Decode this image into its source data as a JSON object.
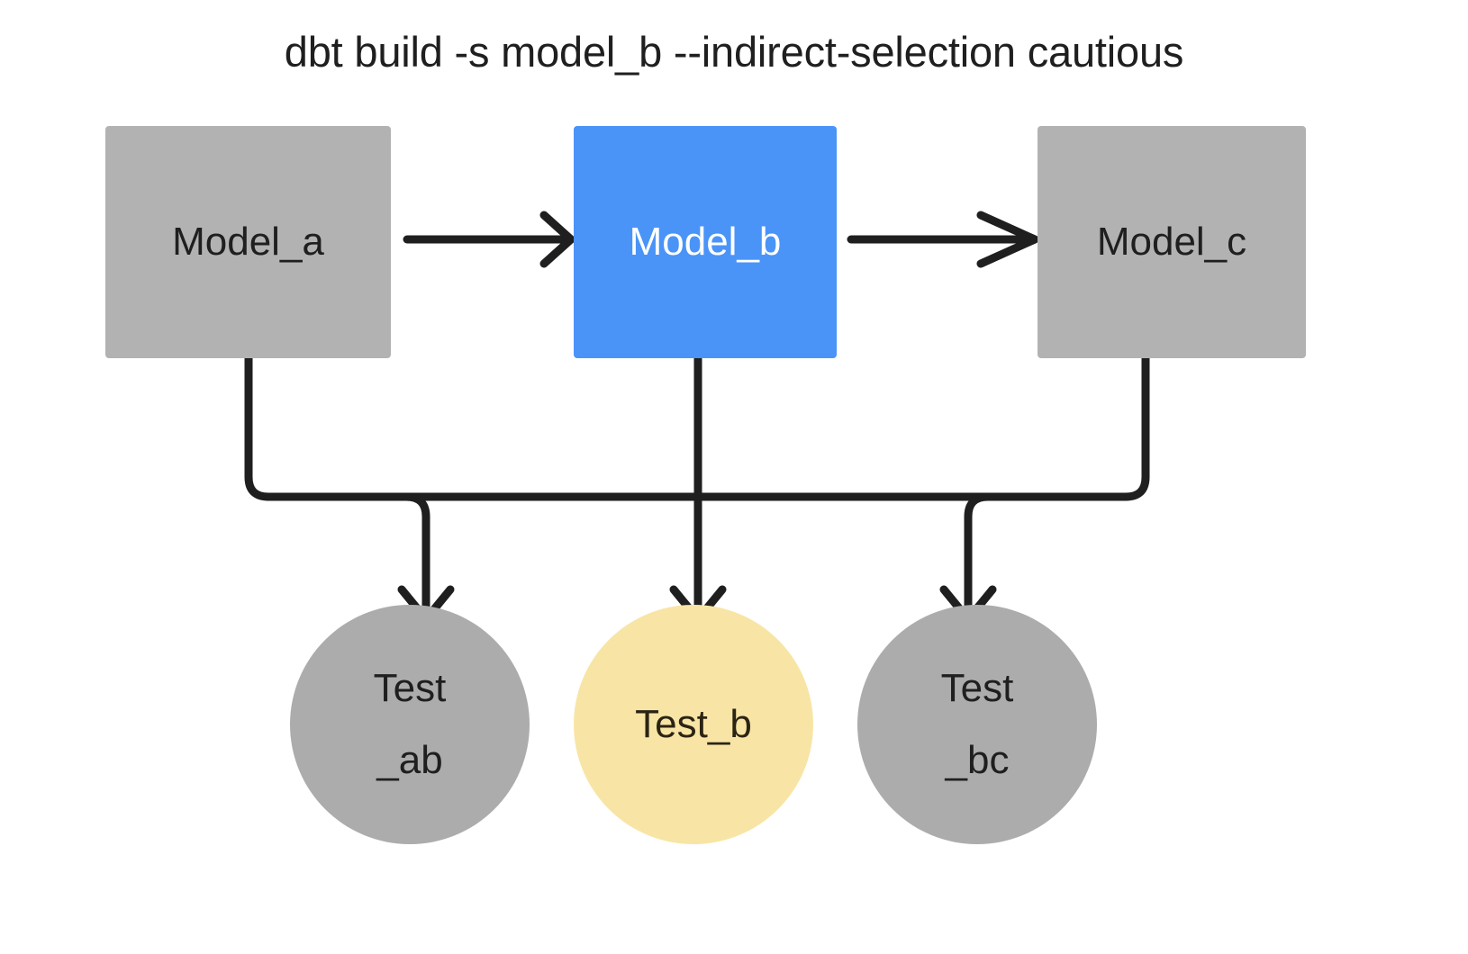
{
  "diagram": {
    "title": "dbt build -s model_b --indirect-selection cautious",
    "background": "#ffffff",
    "colors": {
      "model_default": "#b2b2b2",
      "model_selected": "#4a94f8",
      "test_default": "#acacac",
      "test_selected": "#f8e5a5",
      "edge": "#1f1f1f",
      "text_dark": "#1f1f1f",
      "text_light": "#ffffff"
    },
    "nodes": {
      "model_a": {
        "label": "Model_a",
        "shape": "rectangle",
        "state": "not-selected"
      },
      "model_b": {
        "label": "Model_b",
        "shape": "rectangle",
        "state": "selected"
      },
      "model_c": {
        "label": "Model_c",
        "shape": "rectangle",
        "state": "not-selected"
      },
      "test_ab": {
        "label_line1": "Test",
        "label_line2": "_ab",
        "shape": "circle",
        "state": "not-selected"
      },
      "test_b": {
        "label_line1": "Test_b",
        "label_line2": "",
        "shape": "circle",
        "state": "selected"
      },
      "test_bc": {
        "label_line1": "Test",
        "label_line2": "_bc",
        "shape": "circle",
        "state": "not-selected"
      }
    },
    "edges": [
      {
        "from": "model_a",
        "to": "model_b",
        "style": "arrow-right"
      },
      {
        "from": "model_b",
        "to": "model_c",
        "style": "arrow-right"
      },
      {
        "from": "model_a",
        "to": "test_ab",
        "style": "elbow-arrow-down"
      },
      {
        "from": "model_b",
        "to": "test_ab",
        "style": "elbow-arrow-down"
      },
      {
        "from": "model_b",
        "to": "test_b",
        "style": "arrow-down"
      },
      {
        "from": "model_b",
        "to": "test_bc",
        "style": "elbow-arrow-down"
      },
      {
        "from": "model_c",
        "to": "test_bc",
        "style": "elbow-arrow-down"
      }
    ]
  }
}
